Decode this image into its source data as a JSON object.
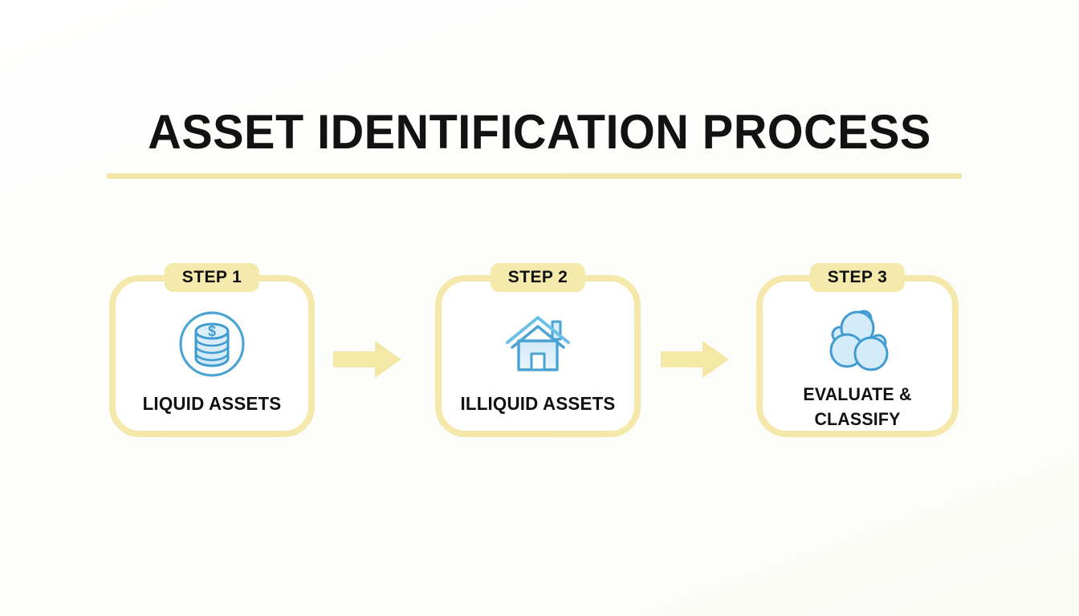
{
  "page": {
    "title": "ASSET IDENTIFICATION PROCESS",
    "background_color": "#fcfcfa",
    "accent_color": "#f4e9ab",
    "icon_color": "#3f9bd0",
    "text_color": "#111111"
  },
  "flow": {
    "steps": [
      {
        "badge": "STEP 1",
        "label": "LIQUID ASSETS",
        "icon": "coin-stack-icon"
      },
      {
        "badge": "STEP 2",
        "label": "ILLIQUID ASSETS",
        "icon": "house-icon"
      },
      {
        "badge": "STEP 3",
        "label_line1": "EVALUATE &",
        "label_line2": "CLASSIFY",
        "icon": "bubble-cluster-icon"
      }
    ],
    "connectors": [
      {
        "name": "arrow-right-1"
      },
      {
        "name": "arrow-right-2"
      }
    ]
  }
}
